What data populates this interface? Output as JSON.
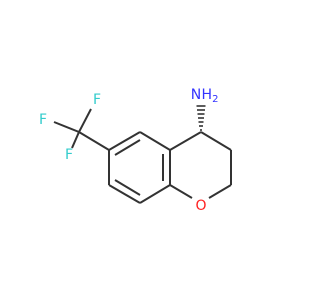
{
  "molecule": {
    "atoms": {
      "fluorine_top": {
        "symbol": "F",
        "color": "#33cccc"
      },
      "fluorine_left": {
        "symbol": "F",
        "color": "#33cccc"
      },
      "fluorine_bottom": {
        "symbol": "F",
        "color": "#33cccc"
      },
      "amine_n": {
        "symbol": "N",
        "color": "#3333ff"
      },
      "amine_h2": {
        "symbol": "H",
        "color": "#3333ff"
      },
      "ring_oxygen": {
        "symbol": "O",
        "color": "#ff2020"
      }
    },
    "bond_color": "#333333"
  }
}
